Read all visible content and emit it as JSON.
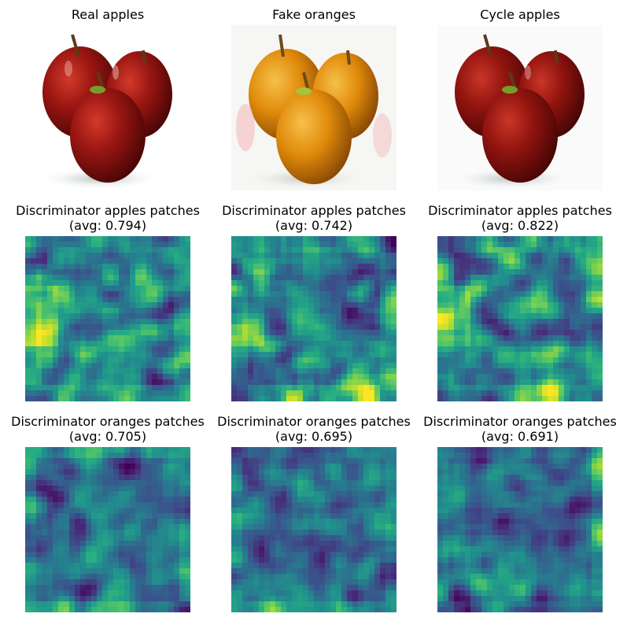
{
  "rows": [
    {
      "panels": [
        {
          "title": "Real apples",
          "kind": "photo",
          "tint": "red"
        },
        {
          "title": "Fake oranges",
          "kind": "photo",
          "tint": "orange"
        },
        {
          "title": "Cycle apples",
          "kind": "photo",
          "tint": "red"
        }
      ]
    },
    {
      "panels": [
        {
          "title": "Discriminator apples patches",
          "subtitle": "(avg: 0.794)",
          "kind": "heatmap",
          "seed": 11
        },
        {
          "title": "Discriminator apples patches",
          "subtitle": "(avg: 0.742)",
          "kind": "heatmap",
          "seed": 23
        },
        {
          "title": "Discriminator apples patches",
          "subtitle": "(avg: 0.822)",
          "kind": "heatmap",
          "seed": 37
        }
      ]
    },
    {
      "panels": [
        {
          "title": "Discriminator oranges patches",
          "subtitle": "(avg: 0.705)",
          "kind": "heatmap",
          "seed": 41
        },
        {
          "title": "Discriminator oranges patches",
          "subtitle": "(avg: 0.695)",
          "kind": "heatmap",
          "seed": 53
        },
        {
          "title": "Discriminator oranges patches",
          "subtitle": "(avg: 0.691)",
          "kind": "heatmap",
          "seed": 67
        }
      ]
    }
  ],
  "colormap": "viridis",
  "colors": {
    "red_apple": "#8e1010",
    "orange_apple": "#e08a0a",
    "leaf": "#7a9b2a",
    "stem": "#5a3a1a"
  }
}
